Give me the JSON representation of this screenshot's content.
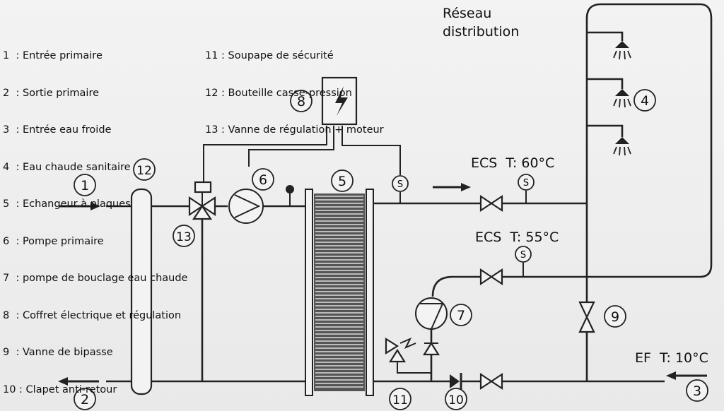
{
  "legend_left": [
    "1  : Entrée primaire",
    "2  : Sortie primaire",
    "3  : Entrée eau froide",
    "4  : Eau chaude sanitaire",
    "5  : Echangeur à plaques",
    "6  : Pompe primaire",
    "7  : pompe de bouclage eau chaude",
    "8  : Coffret électrique et régulation",
    "9  : Vanne de bipasse",
    "10 : Clapet anti-retour"
  ],
  "legend_right": [
    "11 : Soupape de sécurité",
    "12 : Bouteille casse-pression",
    "13 : Vanne de régulation + moteur"
  ],
  "network_label_line1": "Réseau",
  "network_label_line2": "distribution",
  "ecs60_label": "ECS  T: 60°C",
  "ecs55_label": "ECS  T: 55°C",
  "ef_label": "EF  T: 10°C",
  "sensor_letter": "S",
  "numbers": {
    "n1": "1",
    "n2": "2",
    "n3": "3",
    "n4": "4",
    "n5": "5",
    "n6": "6",
    "n7": "7",
    "n8": "8",
    "n9": "9",
    "n10": "10",
    "n11": "11",
    "n12": "12",
    "n13": "13"
  },
  "colors": {
    "line": "#222222",
    "background": "#eeeeee"
  }
}
